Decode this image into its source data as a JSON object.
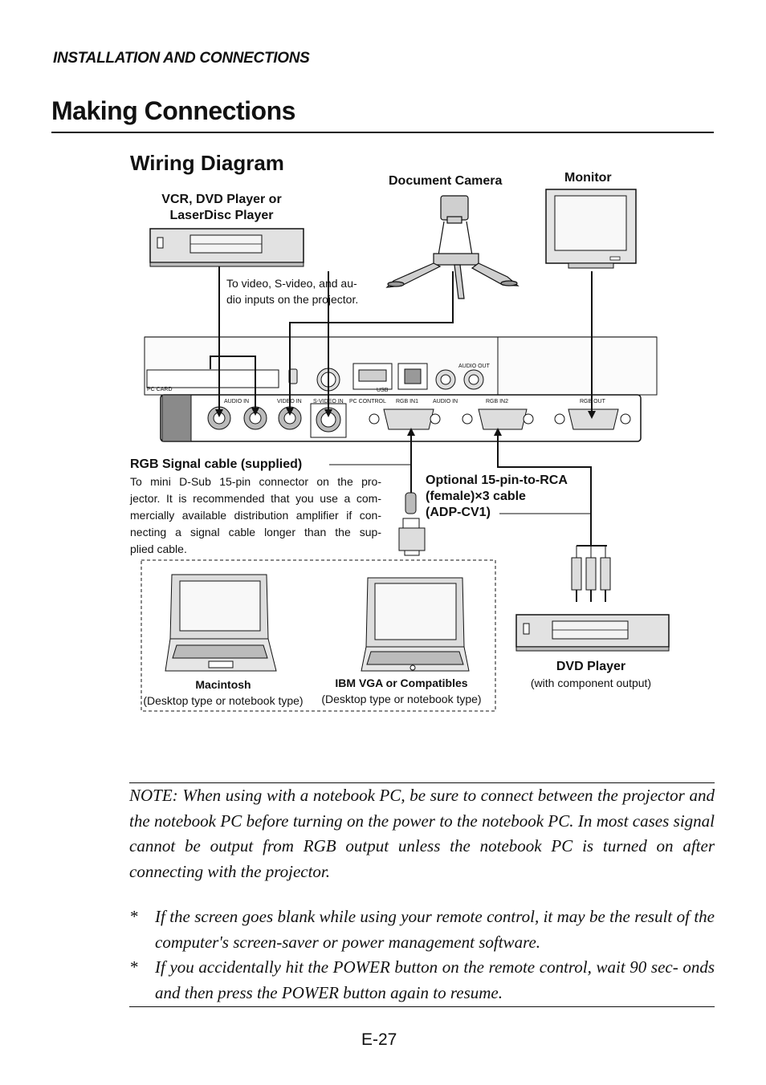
{
  "header": {
    "section": "INSTALLATION AND CONNECTIONS",
    "title": "Making Connections",
    "subtitle": "Wiring Diagram"
  },
  "diagram": {
    "vcr_label_line1": "VCR, DVD Player or",
    "vcr_label_line2": "LaserDisc Player",
    "document_camera": "Document Camera",
    "monitor": "Monitor",
    "video_note_line1": "To video, S-video, and au-",
    "video_note_line2": "dio inputs on the projector.",
    "ports": {
      "pc_card": "PC CARD",
      "audio_in_1": "AUDIO IN",
      "video_in": "VIDEO IN",
      "s_video_in": "S-VIDEO IN",
      "pc_control": "PC CONTROL",
      "usb": "USB",
      "rgb_in1": "RGB IN1",
      "audio_in_2": "AUDIO IN",
      "rgb_in2": "RGB IN2",
      "rgb_out": "RGB OUT",
      "audio_out": "AUDIO OUT"
    },
    "rgb_cable_title": "RGB Signal cable (supplied)",
    "rgb_cable_text": [
      "To mini D-Sub 15-pin connector on the pro-",
      "jector. It is recommended that you use a com-",
      "mercially available distribution amplifier if con-",
      "necting a signal cable longer than the sup-",
      "plied cable."
    ],
    "optional_cable_line1": "Optional 15-pin-to-RCA",
    "optional_cable_line2": "(female)×3 cable",
    "optional_cable_line3": "(ADP-CV1)",
    "macintosh": "Macintosh",
    "macintosh_sub": "(Desktop type or notebook type)",
    "ibm": "IBM VGA or Compatibles",
    "ibm_sub": "(Desktop type or notebook type)",
    "dvd_player": "DVD Player",
    "dvd_player_sub": "(with component output)"
  },
  "note": {
    "text": "NOTE: When using with a notebook PC, be sure to connect between the projector and the notebook PC before turning on the power to the notebook PC. In most cases signal cannot be output from RGB output unless the notebook PC is turned on after connecting with the projector.",
    "bullets": [
      {
        "star": "*",
        "text": "If the screen goes blank while using your remote control, it may be the result of the computer's screen-saver or power management software."
      },
      {
        "star": "*",
        "text": "If you accidentally hit the POWER button on the remote control, wait 90 sec- onds and then press the POWER button again to resume."
      }
    ]
  },
  "footer": {
    "page_number": "E-27"
  }
}
